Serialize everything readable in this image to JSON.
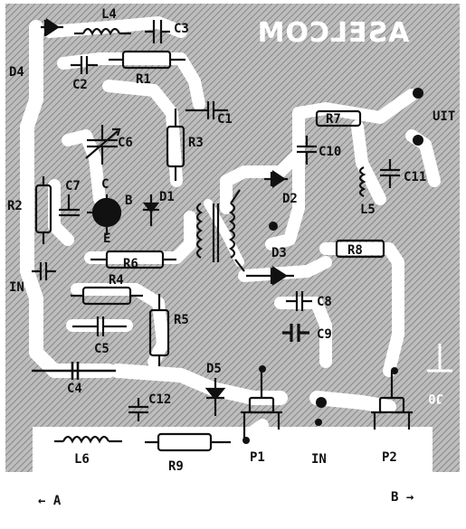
{
  "watermark": "ASELCOM",
  "labels": {
    "L4": "L4",
    "C3": "C3",
    "D4": "D4",
    "C2": "C2",
    "R1": "R1",
    "C1": "C1",
    "C6": "C6",
    "R3": "R3",
    "R7": "R7",
    "C10": "C10",
    "UIT": "UIT",
    "C11": "C11",
    "L5": "L5",
    "R2": "R2",
    "C7": "C7",
    "C": "C",
    "B": "B",
    "E": "E",
    "D1": "D1",
    "D2": "D2",
    "D3": "D3",
    "R8": "R8",
    "IN_left": "IN",
    "R6": "R6",
    "R4": "R4",
    "C8": "C8",
    "C9": "C9",
    "R5": "R5",
    "C5": "C5",
    "C4": "C4",
    "D5": "D5",
    "C12": "C12",
    "L6": "L6",
    "R9": "R9",
    "P1": "P1",
    "IN_bottom": "IN",
    "P2": "P2",
    "J0": "J0"
  },
  "edge_labels": {
    "a": "← A",
    "b": "B →"
  },
  "colors": {
    "board": "#b9b9b9",
    "track": "#ffffff",
    "ink": "#111111",
    "paper": "#ffffff"
  }
}
